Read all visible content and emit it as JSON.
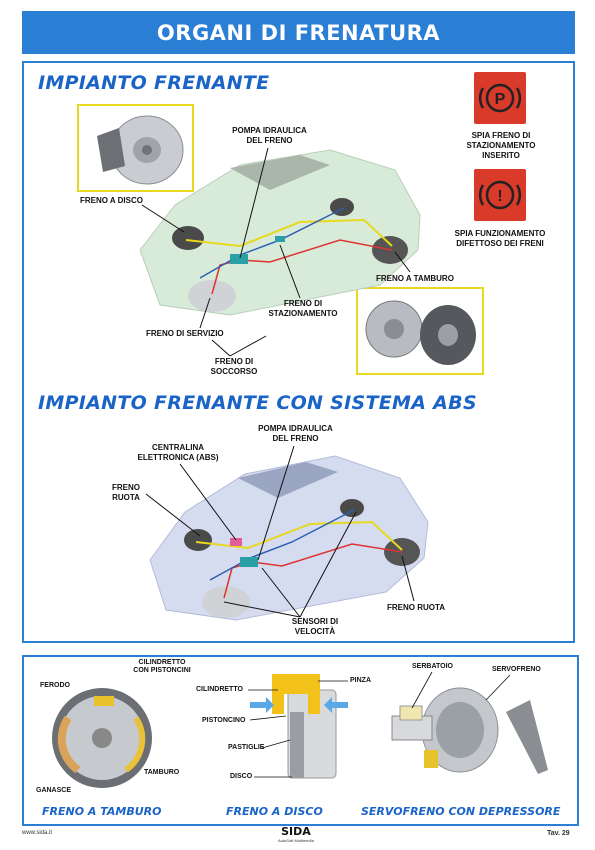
{
  "header": {
    "title": "ORGANI DI FRENATURA"
  },
  "section1": {
    "title": "IMPIANTO FRENANTE",
    "labels": {
      "pump": "POMPA IDRAULICA\nDEL FRENO",
      "disc": "FRENO A DISCO",
      "drum": "FRENO A TAMBURO",
      "parking": "FRENO DI\nSTAZIONAMENTO",
      "service": "FRENO DI SERVIZIO",
      "emergency": "FRENO DI\nSOCCORSO"
    },
    "warnings": [
      {
        "icon": "parking-brake-warning-icon",
        "text": "SPIA FRENO DI\nSTAZIONAMENTO\nINSERITO",
        "symbol": "P"
      },
      {
        "icon": "brake-fault-warning-icon",
        "text": "SPIA FUNZIONAMENTO\nDIFETTOSO DEI FRENI",
        "symbol": "!"
      }
    ]
  },
  "section2": {
    "title": "IMPIANTO FRENANTE CON SISTEMA ABS",
    "labels": {
      "pump": "POMPA IDRAULICA\nDEL FRENO",
      "ecu": "CENTRALINA\nELETTRONICA (ABS)",
      "wheel_brake_left": "FRENO\nRUOTA",
      "wheel_brake_right": "FRENO RUOTA",
      "sensors": "SENSORI DI\nVELOCITÀ"
    }
  },
  "section3": {
    "drum": {
      "title": "FRENO A TAMBURO",
      "labels": {
        "cylinder": "CILINDRETTO\nCON PISTONCINI",
        "lining": "FERODO",
        "shoes": "GANASCE",
        "drum": "TAMBURO"
      }
    },
    "disc": {
      "title": "FRENO A DISCO",
      "labels": {
        "cylinder": "CILINDRETTO",
        "caliper": "PINZA",
        "piston": "PISTONCINO",
        "pads": "PASTIGLIE",
        "disc": "DISCO"
      }
    },
    "servo": {
      "title": "SERVOFRENO CON DEPRESSORE",
      "labels": {
        "reservoir": "SERBATOIO",
        "booster": "SERVOFRENO"
      }
    }
  },
  "footer": {
    "website": "www.sida.it",
    "brand": "SIDA",
    "brand_sub": "AutoSoft Multimedia",
    "plate": "Tav. 29"
  },
  "colors": {
    "accent": "#2a7fd4",
    "title_blue": "#1a64c8",
    "warning_red": "#d93a2a",
    "frame_yellow": "#e8d820"
  }
}
